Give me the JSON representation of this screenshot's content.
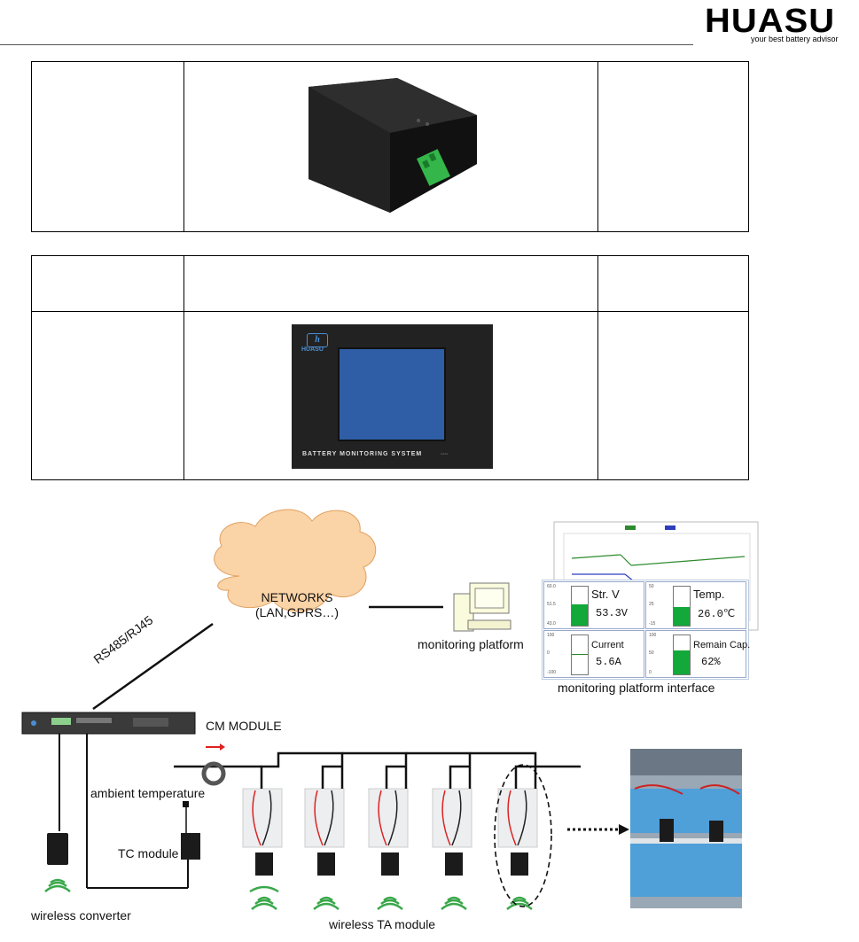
{
  "brand": {
    "logo_text": "HUASU",
    "tagline": "your best battery advisor"
  },
  "product_box": {
    "label_top": "",
    "device_type": "small-module-enclosure"
  },
  "display_unit": {
    "brand": "HUASU",
    "title": "BATTERY MONITORING SYSTEM"
  },
  "diagram": {
    "cloud_line1": "NETWORKS",
    "cloud_line2": "(LAN,GPRS…)",
    "link_label": "RS485/RJ45",
    "cm_module": "CM MODULE",
    "monitoring_platform": "monitoring platform",
    "monitoring_interface": "monitoring platform interface",
    "ambient_temperature": "ambient temperature",
    "tc_module": "TC module",
    "wireless_converter": "wireless converter",
    "wireless_ta": "wireless TA module"
  },
  "dashboard": {
    "tiles": [
      {
        "label": "Str. V",
        "value": "53.3V",
        "fill": 0.55
      },
      {
        "label": "Temp.",
        "value": "26.0℃",
        "fill": 0.48
      },
      {
        "label": "Current",
        "value": "5.6A",
        "fill": 0.0
      },
      {
        "label": "Remain Cap.",
        "value": "62%",
        "fill": 0.62
      }
    ],
    "scales": [
      {
        "top": "60.0",
        "mid": "51.5",
        "bot": "43.0"
      },
      {
        "top": "50",
        "mid": "25",
        "bot": "-15"
      },
      {
        "top": "100",
        "mid": "0",
        "bot": "-100"
      },
      {
        "top": "100",
        "mid": "50",
        "bot": "0"
      }
    ]
  },
  "colors": {
    "green_fill": "#12a83a",
    "blue_screen": "#2f5ea6",
    "cloud": "#fad3a6",
    "battery_blue": "#4f9fd8",
    "arrow_red": "#e02020"
  }
}
